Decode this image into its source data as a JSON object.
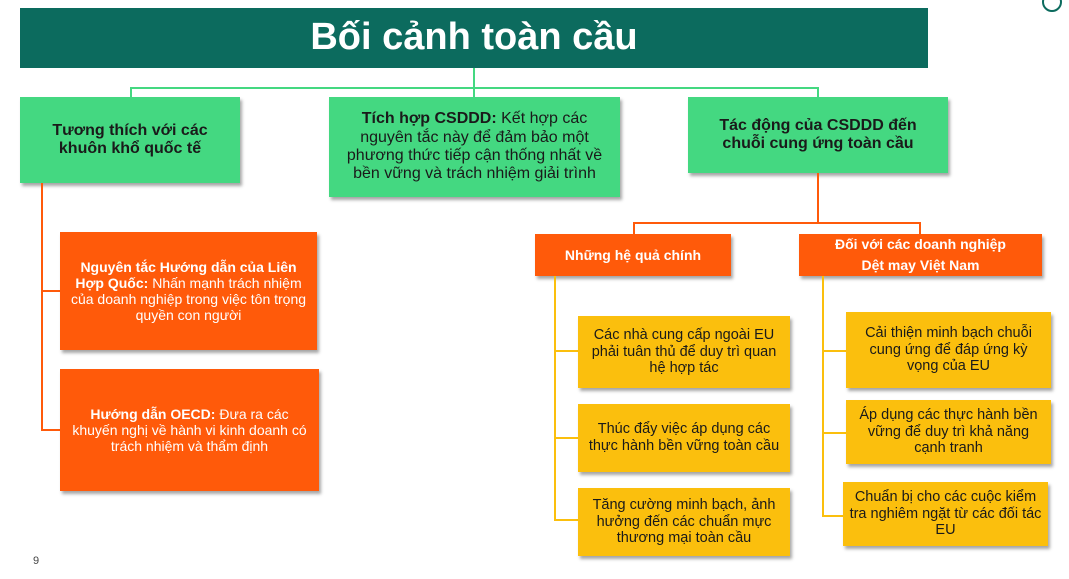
{
  "title": "Bối cảnh toàn cầu",
  "level1": [
    {
      "label": "Tương thích với các khuôn khổ quốc tế"
    },
    {
      "bold": "Tích hợp CSDDD:",
      "text": " Kết hợp các nguyên tắc này để đảm bảo một phương thức tiếp cận thống nhất về bền vững và trách nhiệm giải trình"
    },
    {
      "label": "Tác động của CSDDD đến chuỗi cung ứng toàn cầu"
    }
  ],
  "left_children": [
    {
      "bold": "Nguyên tắc Hướng dẫn của Liên Hợp Quốc:",
      "text": " Nhấn mạnh trách nhiệm của doanh nghiệp trong việc tôn trọng quyền con người"
    },
    {
      "bold": "Hướng dẫn OECD:",
      "text": " Đưa ra các khuyến nghị về hành vi kinh doanh có trách nhiệm và thẩm định"
    }
  ],
  "impact_branches": [
    {
      "label": "Những hệ quả chính"
    },
    {
      "line1": "Đối với các doanh nghiệp",
      "line2": "Dệt may Việt Nam"
    }
  ],
  "consequences": [
    "Các nhà cung cấp ngoài EU phải tuân thủ để duy trì quan hệ hợp tác",
    "Thúc đẩy việc áp dụng các thực hành bền vững toàn cầu",
    "Tăng cường minh bạch, ảnh hưởng đến các chuẩn mực thương mại toàn cầu"
  ],
  "vietnam_items": [
    "Cải thiện minh bạch chuỗi cung ứng để đáp ứng kỳ vọng của EU",
    "Áp dụng các thực hành bền vững để duy trì khả năng cạnh tranh",
    "Chuẩn bị cho các cuộc kiểm tra nghiêm ngặt từ các đối tác EU"
  ],
  "page_number": "9",
  "colors": {
    "title_bg": "#0c6b5e",
    "green": "#44d881",
    "orange": "#ff5a0a",
    "yellow": "#fbbf0d"
  }
}
